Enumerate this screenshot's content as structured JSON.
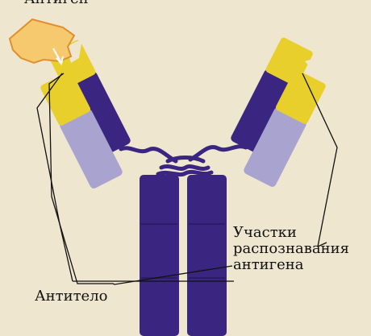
{
  "labels": {
    "top": "Антиген",
    "recognition_sites": [
      "Участки",
      "распознавания",
      "антигена"
    ],
    "antibody": "Антитело"
  },
  "colors": {
    "background": "#efe6cf",
    "heavy_chain": "#3a2580",
    "light_chain_constant": "#a9a3d0",
    "variable_region": "#e8cf2c",
    "antigen_fill": "#f7c96e",
    "antigen_stroke": "#e08f2f",
    "line": "#111111"
  }
}
